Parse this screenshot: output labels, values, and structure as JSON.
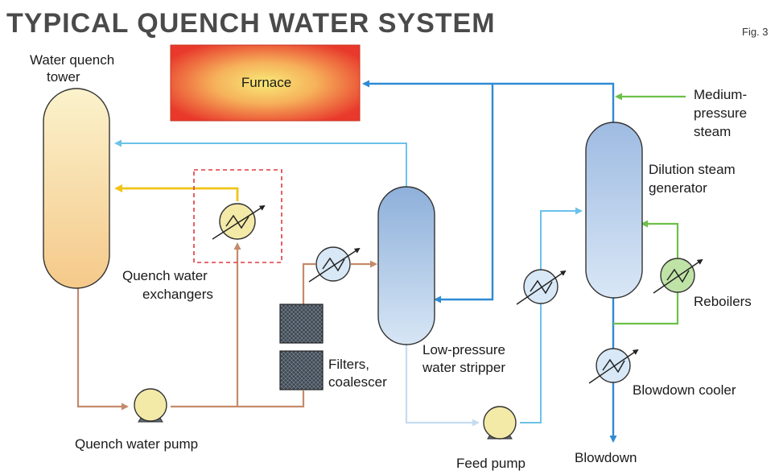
{
  "title": "Typical quench water system",
  "figure": "Fig. 3",
  "units": {
    "furnace": "Furnace",
    "tower_line1": "Water quench",
    "tower_line2": "tower",
    "qwx_line1": "Quench water",
    "qwx_line2": "exchangers",
    "qwp": "Quench water pump",
    "filters_line1": "Filters,",
    "filters_line2": "coalescer",
    "stripper_line1": "Low-pressure",
    "stripper_line2": "water stripper",
    "feed_pump": "Feed pump",
    "mps_line1": "Medium-",
    "mps_line2": "pressure",
    "mps_line3": "steam",
    "dsg_line1": "Dilution steam",
    "dsg_line2": "generator",
    "reboilers": "Reboilers",
    "blowdown_cooler": "Blowdown cooler",
    "blowdown": "Blowdown"
  },
  "colors": {
    "furnace_center": "#f7e26a",
    "furnace_edge": "#e8392c",
    "tower_fill": "#f7d79a",
    "vessel_blue": "#a9c4e6",
    "line_brown": "#c48a6a",
    "line_blue": "#2e8bd4",
    "line_lightblue": "#6cc2e8",
    "line_green": "#6cc04a",
    "line_yellow": "#f0c419",
    "dash_red": "#e0393e",
    "hx_yellow": "#f4eaa8",
    "hx_blue": "#d8e8f6",
    "hx_green": "#bfe3a6",
    "filter_dark": "#3c4650"
  }
}
